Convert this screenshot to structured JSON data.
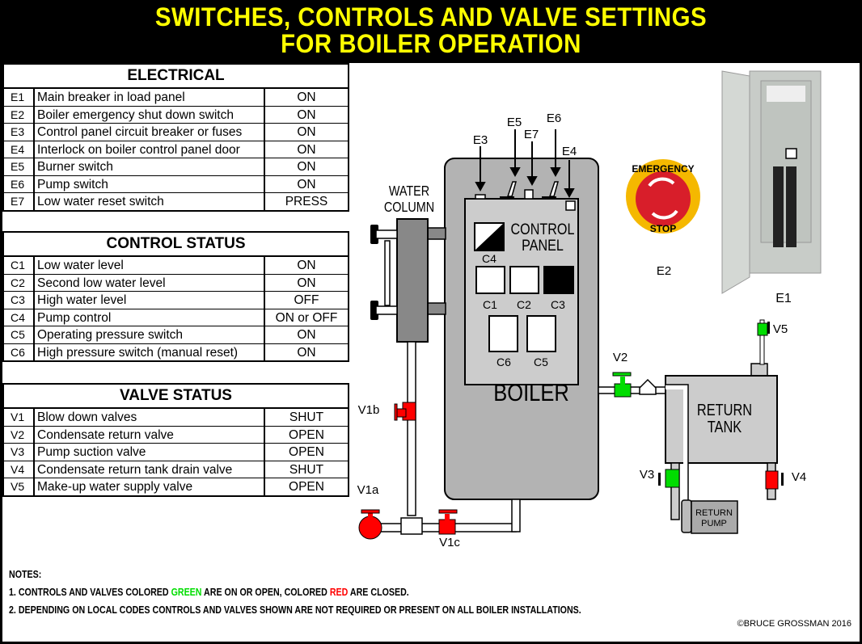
{
  "title": {
    "line1": "SWITCHES, CONTROLS AND VALVE SETTINGS",
    "line2": "FOR BOILER OPERATION"
  },
  "colors": {
    "title": "#ffff00",
    "open_on": "#00dd00",
    "closed": "#ff0000",
    "boiler_gray": "#b3b3b3",
    "panel_gray": "#cccccc"
  },
  "tables": {
    "electrical": {
      "header": "ELECTRICAL",
      "rows": [
        {
          "code": "E1",
          "desc": "Main breaker in load panel",
          "value": "ON"
        },
        {
          "code": "E2",
          "desc": "Boiler emergency shut down switch",
          "value": "ON"
        },
        {
          "code": "E3",
          "desc": "Control panel circuit breaker or fuses",
          "value": "ON"
        },
        {
          "code": "E4",
          "desc": "Interlock on boiler control panel door",
          "value": "ON"
        },
        {
          "code": "E5",
          "desc": "Burner switch",
          "value": "ON"
        },
        {
          "code": "E6",
          "desc": "Pump switch",
          "value": "ON"
        },
        {
          "code": "E7",
          "desc": "Low water reset switch",
          "value": "PRESS"
        }
      ]
    },
    "control": {
      "header": "CONTROL STATUS",
      "rows": [
        {
          "code": "C1",
          "desc": "Low water level",
          "value": "ON"
        },
        {
          "code": "C2",
          "desc": "Second low water level",
          "value": "ON"
        },
        {
          "code": "C3",
          "desc": "High water level",
          "value": "OFF"
        },
        {
          "code": "C4",
          "desc": "Pump control",
          "value": "ON or OFF"
        },
        {
          "code": "C5",
          "desc": "Operating pressure switch",
          "value": "ON"
        },
        {
          "code": "C6",
          "desc": "High pressure switch (manual reset)",
          "value": "ON"
        }
      ]
    },
    "valve": {
      "header": "VALVE STATUS",
      "rows": [
        {
          "code": "V1",
          "desc": "Blow down valves",
          "value": "SHUT"
        },
        {
          "code": "V2",
          "desc": "Condensate return valve",
          "value": "OPEN"
        },
        {
          "code": "V3",
          "desc": "Pump suction valve",
          "value": "OPEN"
        },
        {
          "code": "V4",
          "desc": "Condensate return tank drain valve",
          "value": "SHUT"
        },
        {
          "code": "V5",
          "desc": "Make-up water supply valve",
          "value": "OPEN"
        }
      ]
    }
  },
  "diagram": {
    "water_column": {
      "line1": "WATER",
      "line2": "COLUMN"
    },
    "control_panel": {
      "line1": "CONTROL",
      "line2": "PANEL"
    },
    "boiler": "BOILER",
    "return_tank": {
      "line1": "RETURN",
      "line2": "TANK"
    },
    "return_pump": {
      "line1": "RETURN",
      "line2": "PUMP"
    },
    "emergency_stop": {
      "top": "EMERGENCY",
      "bottom": "STOP"
    },
    "labels": {
      "E1": "E1",
      "E2": "E2",
      "E3": "E3",
      "E4": "E4",
      "E5": "E5",
      "E6": "E6",
      "E7": "E7",
      "C1": "C1",
      "C2": "C2",
      "C3": "C3",
      "C4": "C4",
      "C5": "C5",
      "C6": "C6",
      "V1a": "V1a",
      "V1b": "V1b",
      "V1c": "V1c",
      "V2": "V2",
      "V3": "V3",
      "V4": "V4",
      "V5": "V5"
    }
  },
  "notes": {
    "heading": "NOTES:",
    "note1_a": "1. CONTROLS AND VALVES COLORED ",
    "note1_green": "GREEN",
    "note1_b": " ARE ON OR OPEN, COLORED ",
    "note1_red": "RED",
    "note1_c": " ARE CLOSED.",
    "note2": "2. DEPENDING ON LOCAL CODES CONTROLS AND VALVES SHOWN ARE NOT REQUIRED OR PRESENT ON ALL BOILER INSTALLATIONS."
  },
  "copyright": "BRUCE GROSSMAN 2016"
}
